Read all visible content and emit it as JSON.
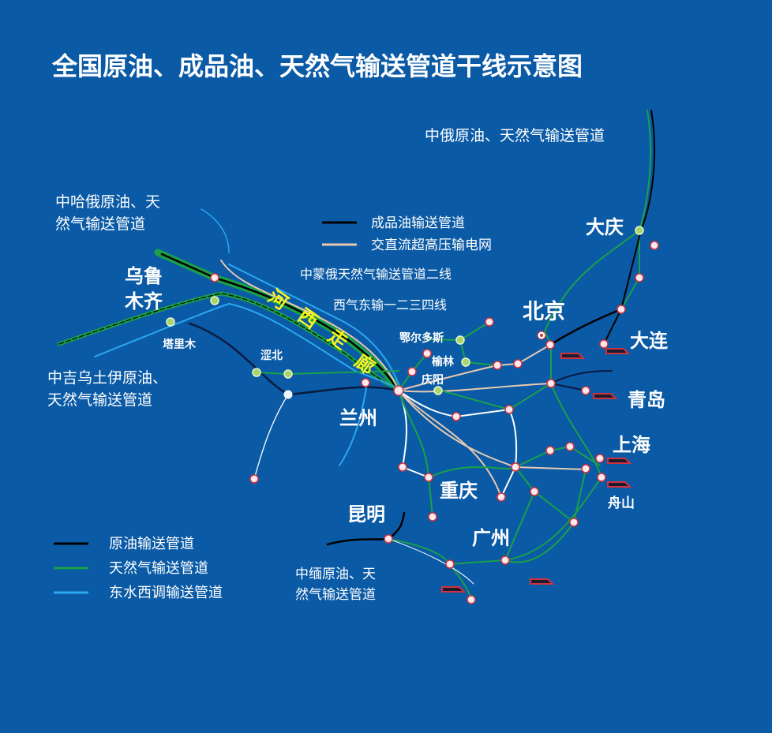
{
  "title": "全国原油、成品油、天然气输送管道干线示意图",
  "pipeline_labels": {
    "sino_russia": "中俄原油、天然气输送管道",
    "kazakh_russia": [
      "中哈俄原油、天",
      "然气输送管道"
    ],
    "central_asia": [
      "中吉乌土伊原油、",
      "天然气输送管道"
    ],
    "mongolia_russia": "中蒙俄天然气输送管道二线",
    "west_east": "西气东输一二三四线",
    "myanmar": [
      "中缅原油、天",
      "然气输送管道"
    ]
  },
  "legend_top": [
    {
      "label": "成品油输送管道",
      "color": "#000000"
    },
    {
      "label": "交直流超高压输电网",
      "color": "#e8c9b0"
    }
  ],
  "legend_bottom": [
    {
      "label": "原油输送管道",
      "color": "#000000"
    },
    {
      "label": "天然气输送管道",
      "color": "#1aa04a"
    },
    {
      "label": "东水西调输送管道",
      "color": "#2aa8f0"
    }
  ],
  "corridor_chars": [
    "河",
    "西",
    "走",
    "廊"
  ],
  "cities": {
    "urumqi": [
      "乌鲁",
      "木齐"
    ],
    "tarim": "塔里木",
    "sebei": "涩北",
    "lanzhou": "兰州",
    "ordos": "鄂尔多斯",
    "yulin": "榆林",
    "qingyang": "庆阳",
    "beijing": "北京",
    "daqing": "大庆",
    "dalian": "大连",
    "qingdao": "青岛",
    "shanghai": "上海",
    "zhoushan": "舟山",
    "chongqing": "重庆",
    "kunming": "昆明",
    "guangzhou": "广州"
  }
}
